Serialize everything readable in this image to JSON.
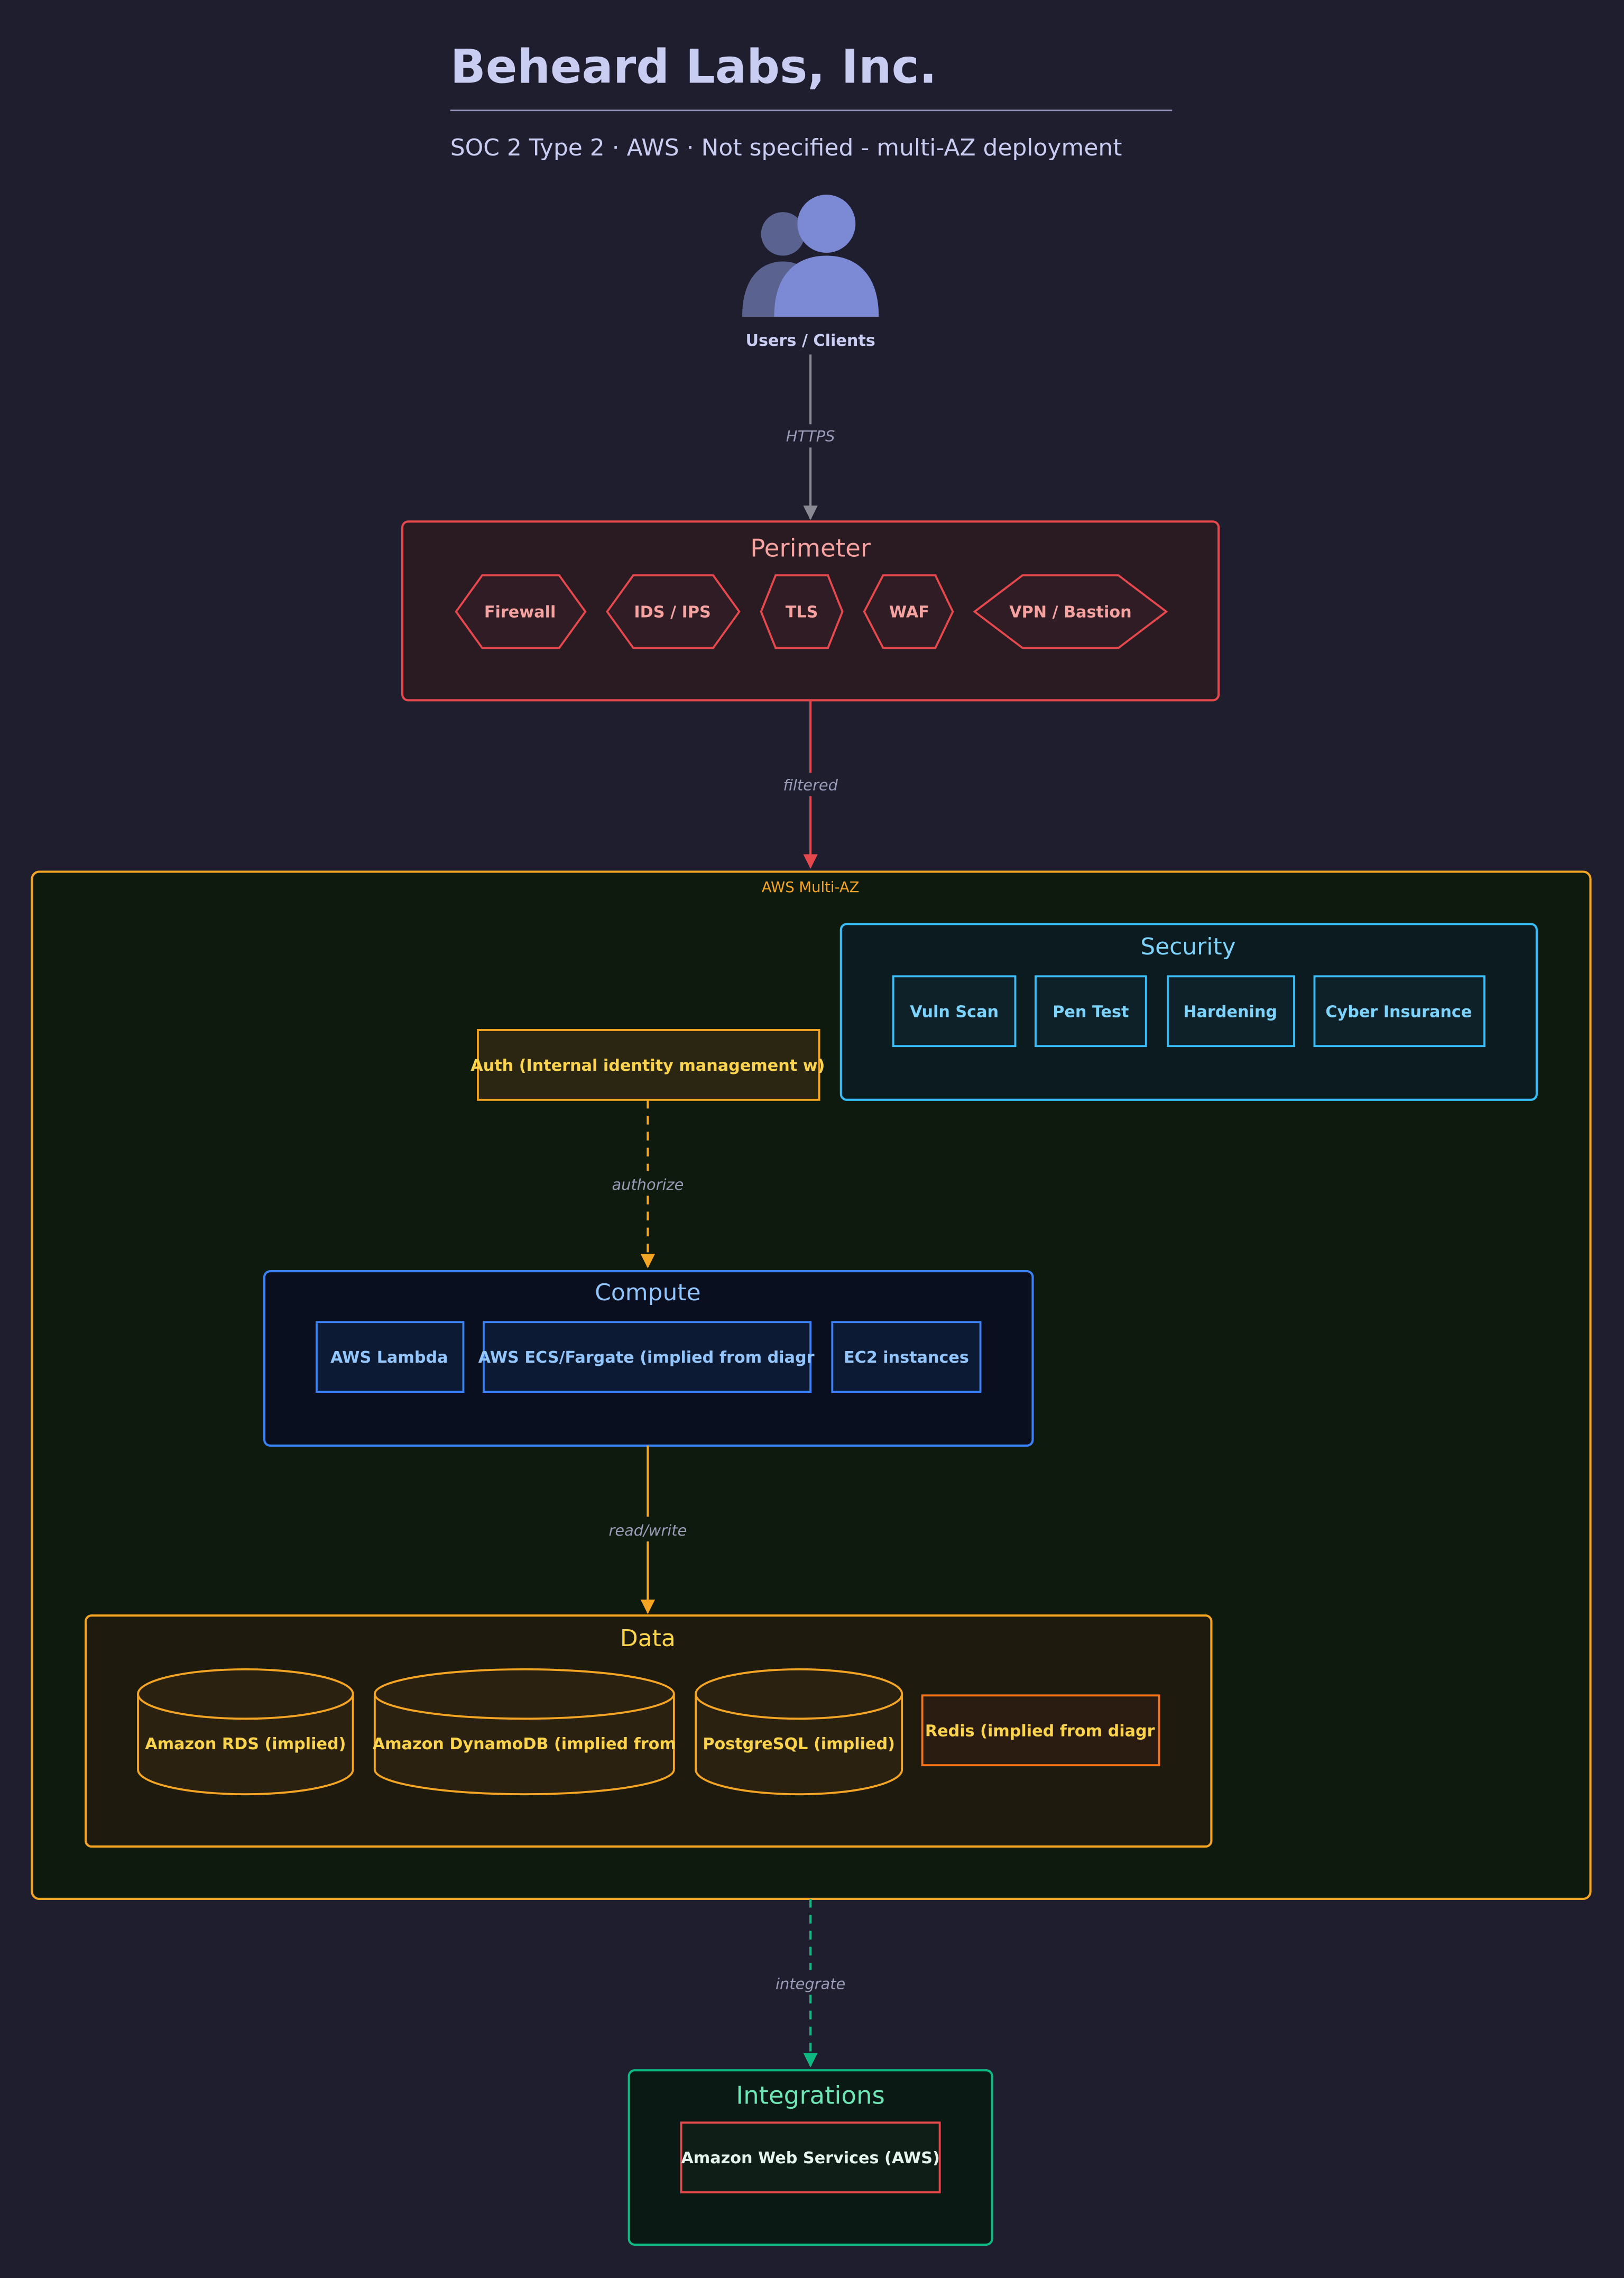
{
  "header": {
    "title": "Beheard Labs, Inc.",
    "subtitle": "SOC 2 Type 2 · AWS · Not specified - multi-AZ deployment"
  },
  "users": {
    "label": "Users / Clients"
  },
  "edges": {
    "https": "HTTPS",
    "filtered": "filtered",
    "authorize": "authorize",
    "read_write": "read/write",
    "integrate": "integrate"
  },
  "perimeter": {
    "title": "Perimeter",
    "items": [
      "Firewall",
      "IDS / IPS",
      "TLS",
      "WAF",
      "VPN / Bastion"
    ]
  },
  "cloud": {
    "label": "AWS Multi-AZ"
  },
  "security": {
    "title": "Security",
    "items": [
      "Vuln Scan",
      "Pen Test",
      "Hardening",
      "Cyber Insurance"
    ]
  },
  "auth": {
    "label": "Auth (Internal identity management w)"
  },
  "compute": {
    "title": "Compute",
    "items": [
      "AWS Lambda",
      "AWS ECS/Fargate (implied from diagr",
      "EC2 instances"
    ]
  },
  "data_layer": {
    "title": "Data",
    "databases": [
      "Amazon RDS (implied)",
      "Amazon DynamoDB (implied from",
      "PostgreSQL (implied)"
    ],
    "cache": "Redis (implied from diagr"
  },
  "integrations": {
    "title": "Integrations",
    "items": [
      "Amazon Web Services (AWS)"
    ]
  },
  "colors": {
    "background": "#1e1e2e",
    "title_text": "#c9cdf2",
    "perimeter": "#e5484d",
    "perimeter_text": "#f4a3a0",
    "cloud": "#f5a524",
    "security": "#38bdf8",
    "security_text": "#7dd3fc",
    "compute": "#3b82f6",
    "compute_text": "#93c5fd",
    "data": "#f5a524",
    "data_text": "#fcd34d",
    "cache": "#f97316",
    "integrations": "#10b981",
    "integrations_text": "#6ee7b7",
    "users_icon": "#7c8ad6"
  }
}
